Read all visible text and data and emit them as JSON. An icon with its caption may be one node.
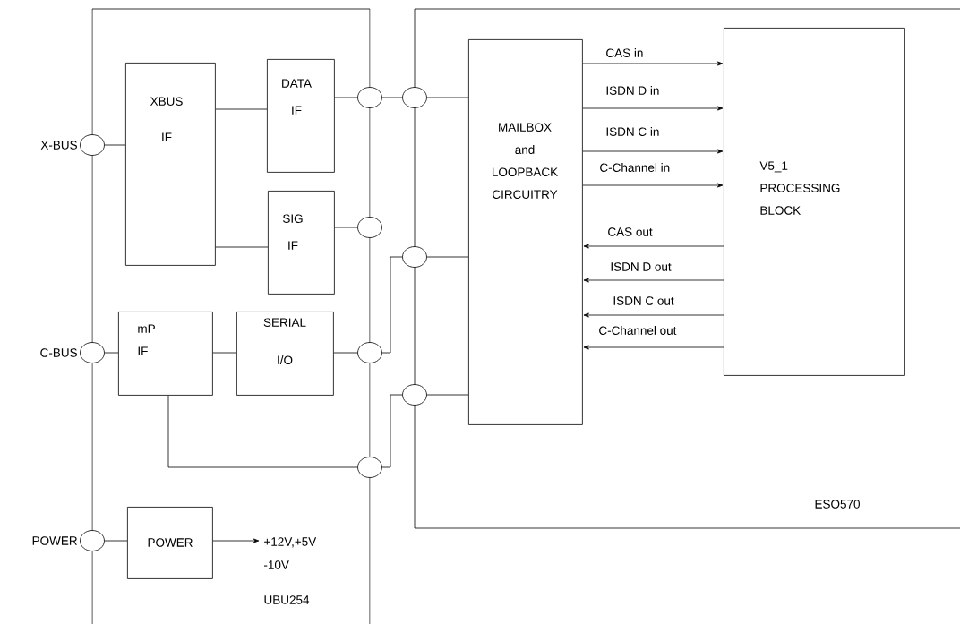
{
  "diagram": {
    "nodes": [
      {
        "text": [
          "UBU254"
        ]
      },
      {
        "text": [],
        "shape": "circle",
        "beside": [
          "X-BUS"
        ]
      },
      {
        "text": [
          "XBUS IF"
        ],
        "in": 0
      },
      {
        "text": [
          "DATA IF"
        ],
        "in": 0
      },
      {
        "text": [
          "SIG IF"
        ],
        "in": 0
      },
      {
        "text": [],
        "shape": "circle",
        "beside": [
          "C-BUS"
        ]
      },
      {
        "text": [
          "mP IF"
        ],
        "in": 0
      },
      {
        "text": [
          "SERIAL I/O"
        ],
        "in": 0
      },
      {
        "text": [],
        "shape": "circle",
        "beside": [
          "POWER"
        ]
      },
      {
        "text": [
          "POWER"
        ],
        "in": 0
      },
      {
        "text": [
          "+12V,+5V -10V"
        ],
        "in": 0
      },
      {
        "text": [],
        "shape": "circle"
      },
      {
        "text": [],
        "shape": "circle"
      },
      {
        "text": [],
        "shape": "circle"
      },
      {
        "text": [],
        "shape": "circle"
      },
      {
        "text": [
          "ESO570"
        ]
      },
      {
        "text": [],
        "shape": "circle"
      },
      {
        "text": [],
        "shape": "circle"
      },
      {
        "text": [],
        "shape": "circle"
      },
      {
        "text": [
          "MAILBOX and LOOPBACK CIRCUITRY"
        ],
        "in": 15
      },
      {
        "text": [
          "V5_1 PROCESSING BLOCK"
        ],
        "in": 15
      }
    ],
    "edges": [
      {
        "from": 1,
        "to": 2,
        "arrow": "none"
      },
      {
        "from": 2,
        "to": 3,
        "arrow": "none"
      },
      {
        "from": 2,
        "to": 4,
        "arrow": "none"
      },
      {
        "from": 3,
        "to": 11,
        "arrow": "none"
      },
      {
        "from": 4,
        "to": 12,
        "arrow": "none"
      },
      {
        "from": 11,
        "to": 16,
        "arrow": "none"
      },
      {
        "from": 16,
        "to": 19,
        "arrow": "none"
      },
      {
        "from": 5,
        "to": 6,
        "arrow": "none"
      },
      {
        "from": 6,
        "to": 7,
        "arrow": "none"
      },
      {
        "from": 7,
        "to": 13,
        "arrow": "none"
      },
      {
        "from": 13,
        "to": 17,
        "arrow": "none"
      },
      {
        "from": 17,
        "to": 19,
        "arrow": "none"
      },
      {
        "from": 6,
        "to": 14,
        "arrow": "none"
      },
      {
        "from": 14,
        "to": 18,
        "arrow": "none"
      },
      {
        "from": 18,
        "to": 19,
        "arrow": "none"
      },
      {
        "from": 8,
        "to": 9,
        "arrow": "none"
      },
      {
        "from": 9,
        "to": 10,
        "arrow": "to"
      },
      {
        "from": 19,
        "to": 20,
        "arrow": "to",
        "label": "CAS in"
      },
      {
        "from": 19,
        "to": 20,
        "arrow": "to",
        "label": "ISDN D in"
      },
      {
        "from": 19,
        "to": 20,
        "arrow": "to",
        "label": "ISDN C in"
      },
      {
        "from": 19,
        "to": 20,
        "arrow": "to",
        "label": "C-Channel in"
      },
      {
        "from": 20,
        "to": 19,
        "arrow": "to",
        "label": "CAS out"
      },
      {
        "from": 20,
        "to": 19,
        "arrow": "to",
        "label": "ISDN D out"
      },
      {
        "from": 20,
        "to": 19,
        "arrow": "to",
        "label": "ISDN C out"
      },
      {
        "from": 20,
        "to": 19,
        "arrow": "to",
        "label": "C-Channel out"
      }
    ]
  }
}
